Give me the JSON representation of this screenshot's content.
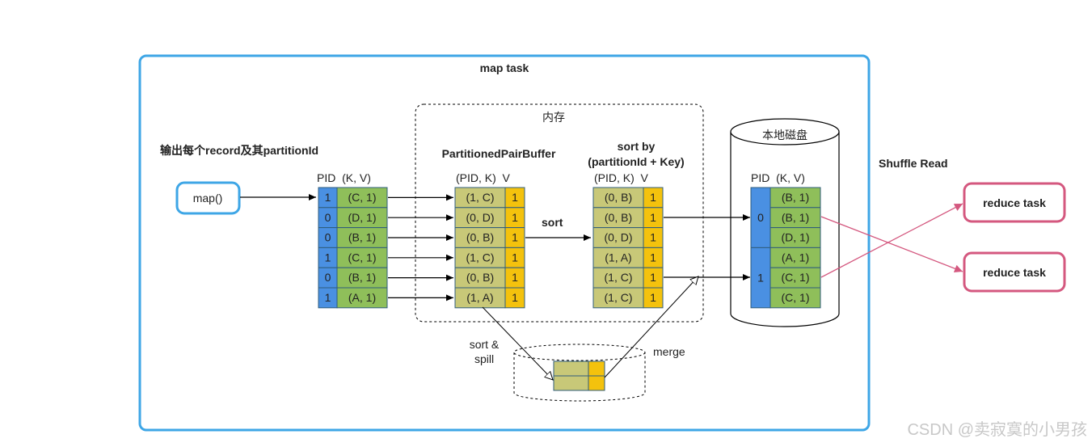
{
  "map_task_label": "map task",
  "memory_label": "内存",
  "output_label": "输出每个record及其partitionId",
  "buffer_label": "PartitionedPairBuffer",
  "sortby_label": [
    "sort by",
    "(partitionId + Key)"
  ],
  "disk_label": "本地磁盘",
  "shuffle_read_label": "Shuffle Read",
  "map_button": "map()",
  "sort_label": "sort",
  "sort_spill_label": [
    "sort &",
    "spill"
  ],
  "merge_label": "merge",
  "reduce_tasks": [
    "reduce task",
    "reduce task"
  ],
  "headers": {
    "input": "PID  (K, V)",
    "buffer": "(PID, K)  V",
    "sorted": "(PID, K)  V",
    "disk": "PID  (K, V)"
  },
  "input_rows": [
    {
      "pid": "1",
      "kv": "(C, 1)"
    },
    {
      "pid": "0",
      "kv": "(D, 1)"
    },
    {
      "pid": "0",
      "kv": "(B, 1)"
    },
    {
      "pid": "1",
      "kv": "(C, 1)"
    },
    {
      "pid": "0",
      "kv": "(B, 1)"
    },
    {
      "pid": "1",
      "kv": "(A, 1)"
    }
  ],
  "buffer_rows": [
    {
      "pk": "(1, C)",
      "v": "1"
    },
    {
      "pk": "(0, D)",
      "v": "1"
    },
    {
      "pk": "(0, B)",
      "v": "1"
    },
    {
      "pk": "(1, C)",
      "v": "1"
    },
    {
      "pk": "(0, B)",
      "v": "1"
    },
    {
      "pk": "(1, A)",
      "v": "1"
    }
  ],
  "sorted_rows": [
    {
      "pk": "(0, B)",
      "v": "1"
    },
    {
      "pk": "(0, B)",
      "v": "1"
    },
    {
      "pk": "(0, D)",
      "v": "1"
    },
    {
      "pk": "(1, A)",
      "v": "1"
    },
    {
      "pk": "(1, C)",
      "v": "1"
    },
    {
      "pk": "(1, C)",
      "v": "1"
    }
  ],
  "disk_partitions": [
    {
      "pid": "0",
      "rows": [
        "(B, 1)",
        "(B, 1)",
        "(D, 1)"
      ]
    },
    {
      "pid": "1",
      "rows": [
        "(A, 1)",
        "(C, 1)",
        "(C, 1)"
      ]
    }
  ],
  "watermark": "CSDN @卖寂寞的小男孩",
  "colors": {
    "blue": "#4a90e2",
    "green": "#8fbf5a",
    "olive": "#c8c878",
    "yellow": "#f4c20d",
    "frame": "#3ea6e6",
    "reduce": "#d4587f",
    "cellstroke": "#2f5d7c"
  }
}
